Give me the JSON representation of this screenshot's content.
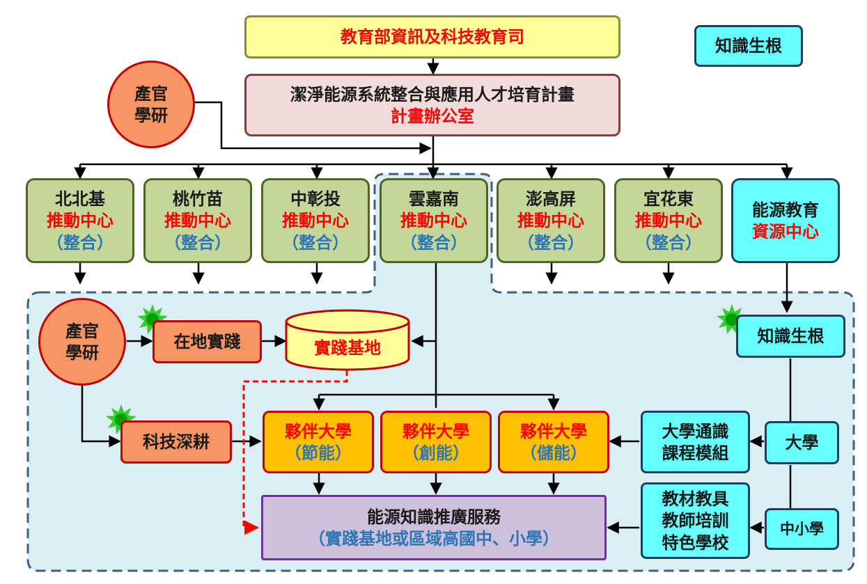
{
  "top": {
    "ministry": "教育部資訊及科技教育司"
  },
  "legend": {
    "knowledge_root": "知識生根"
  },
  "office": {
    "title": "潔淨能源系統整合與應用人才培育計畫",
    "subtitle": "計畫辦公室"
  },
  "industry_top": {
    "line1": "產官",
    "line2": "學研"
  },
  "centers": [
    {
      "region": "北北基",
      "role": "推動中心",
      "note": "（整合）"
    },
    {
      "region": "桃竹苗",
      "role": "推動中心",
      "note": "（整合）"
    },
    {
      "region": "中彰投",
      "role": "推動中心",
      "note": "（整合）"
    },
    {
      "region": "雲嘉南",
      "role": "推動中心",
      "note": "（整合）"
    },
    {
      "region": "澎高屏",
      "role": "推動中心",
      "note": "（整合）"
    },
    {
      "region": "宜花東",
      "role": "推動中心",
      "note": "（整合）"
    }
  ],
  "resource_center": {
    "line1": "能源教育",
    "line2": "資源中心"
  },
  "industry_inner": {
    "line1": "產官",
    "line2": "學研"
  },
  "local_practice": "在地實踐",
  "practice_base": "實踐基地",
  "tech_deep": "科技深耕",
  "partners": [
    {
      "title": "夥伴大學",
      "focus": "（節能）"
    },
    {
      "title": "夥伴大學",
      "focus": "（創能）"
    },
    {
      "title": "夥伴大學",
      "focus": "（儲能）"
    }
  ],
  "promotion": {
    "title": "能源知識推廣服務",
    "subtitle": "（實踐基地或區域高國中、小學）"
  },
  "knowledge_root_inner": "知識生根",
  "university": "大學",
  "school": "中小學",
  "gen_ed": {
    "line1": "大學通識",
    "line2": "課程模組"
  },
  "materials": {
    "line1": "教材教具",
    "line2": "教師培訓",
    "line3": "特色學校"
  },
  "colors": {
    "yellow": "#ffff99",
    "pink": "#f2dcdb",
    "green": "#c4d79b",
    "cyan": "#66ffff",
    "orange": "#ff9966",
    "gold": "#ffc000",
    "lavender": "#ccc0da",
    "region": "#daeef3"
  }
}
